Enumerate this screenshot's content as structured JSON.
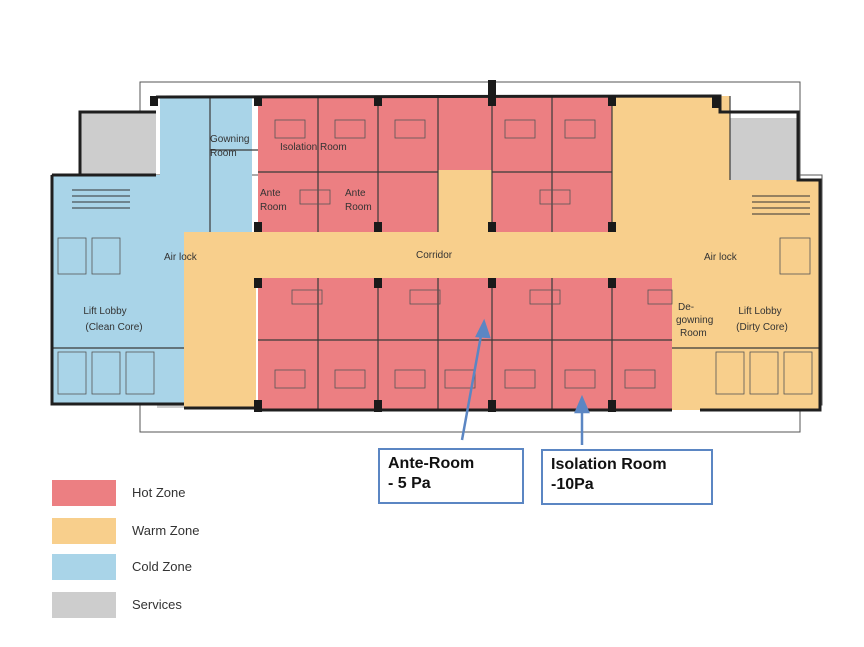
{
  "colors": {
    "hot": "#ec7f82",
    "warm": "#f8cf8c",
    "cold": "#a9d4e8",
    "services": "#cdcdcd",
    "wall": "#2a2a2a",
    "callout_border": "#5b86c3"
  },
  "plan_labels": {
    "gowning_room": [
      "Gowning",
      "Room"
    ],
    "isolation_room": "Isolation Room",
    "ante_room_left": [
      "Ante",
      "Room"
    ],
    "ante_room_right": [
      "Ante",
      "Room"
    ],
    "corridor": "Corridor",
    "air_lock_left": "Air lock",
    "air_lock_right": "Air lock",
    "lift_lobby_clean": [
      "Lift Lobby",
      "(Clean Core)"
    ],
    "lift_lobby_dirty": [
      "Lift Lobby",
      "(Dirty Core)"
    ],
    "degowning_room": [
      "De-",
      "gowning",
      "Room"
    ]
  },
  "legend": [
    {
      "label": "Hot Zone",
      "color": "#ec7f82"
    },
    {
      "label": "Warm Zone",
      "color": "#f8cf8c"
    },
    {
      "label": "Cold Zone",
      "color": "#a9d4e8"
    },
    {
      "label": "Services",
      "color": "#cdcdcd"
    }
  ],
  "callouts": {
    "ante_room": {
      "line1": "Ante-Room",
      "line2": "- 5 Pa"
    },
    "isolation_room": {
      "line1": "Isolation Room",
      "line2": "-10Pa"
    }
  }
}
